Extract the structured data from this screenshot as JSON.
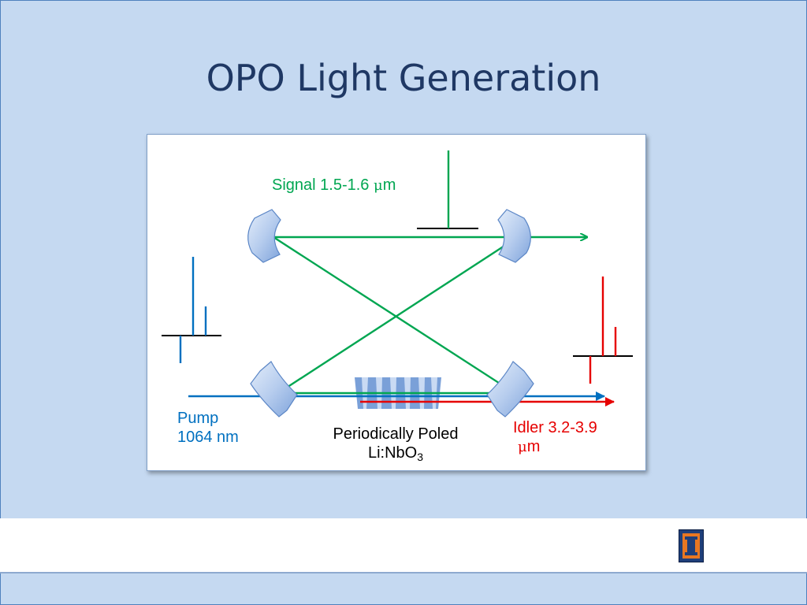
{
  "slide": {
    "title": "OPO Light Generation"
  },
  "diagram": {
    "signal_label": "Signal 1.5-1.6 ",
    "signal_unit_greek": "μ",
    "signal_unit_rest": "m",
    "pump_label_line1": "Pump",
    "pump_label_line2": "1064 nm",
    "crystal_label_line1": "Periodically Poled",
    "crystal_label_line2": "Li:NbO",
    "crystal_subscript": "3",
    "idler_label_line1": "Idler 3.2-3.9",
    "idler_unit_greek": "μ",
    "idler_unit_rest": "m"
  },
  "colors": {
    "signal": "#00a651",
    "pump": "#0070c0",
    "idler": "#e60000",
    "title": "#1f3864",
    "background": "#c5d9f1"
  },
  "footer": {
    "logo_icon": "university-block-i-logo"
  }
}
